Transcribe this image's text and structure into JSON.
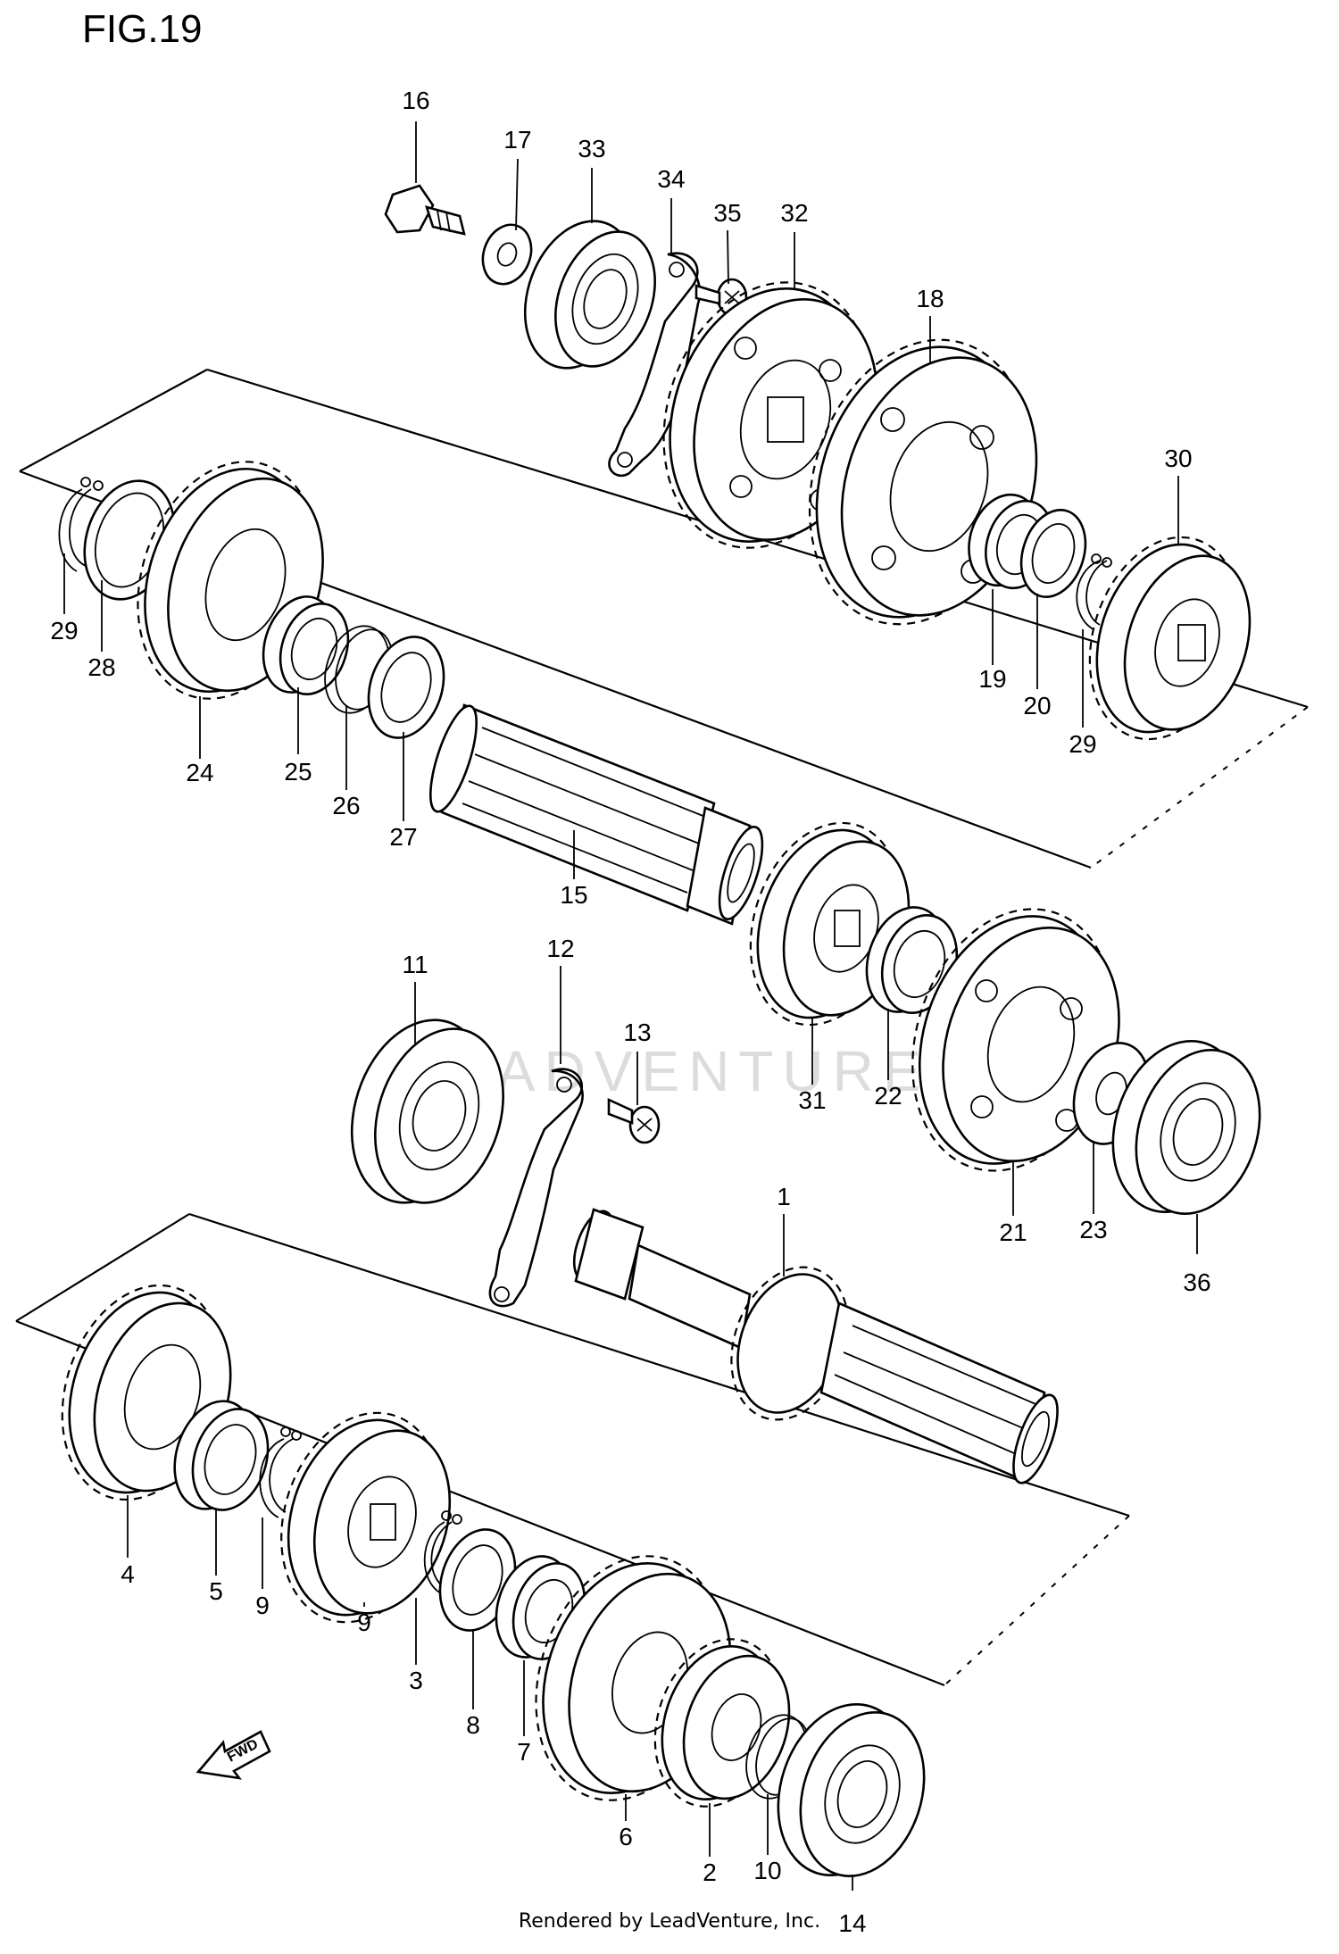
{
  "figure": {
    "title": "FIG.19",
    "footer": "Rendered by LeadVenture, Inc.",
    "watermark": "LEADVENTURE",
    "fwd_label": "FWD"
  },
  "callouts": [
    "1",
    "2",
    "3",
    "4",
    "5",
    "6",
    "7",
    "8",
    "9",
    "10",
    "11",
    "12",
    "13",
    "14",
    "15",
    "16",
    "17",
    "18",
    "19",
    "20",
    "21",
    "22",
    "23",
    "24",
    "25",
    "26",
    "27",
    "28",
    "29",
    "30",
    "31",
    "32",
    "33",
    "34",
    "35",
    "36"
  ],
  "callout_labels": [
    {
      "id": "16",
      "text": "16"
    },
    {
      "id": "17",
      "text": "17"
    },
    {
      "id": "33",
      "text": "33"
    },
    {
      "id": "34",
      "text": "34"
    },
    {
      "id": "35",
      "text": "35"
    },
    {
      "id": "32",
      "text": "32"
    },
    {
      "id": "18",
      "text": "18"
    },
    {
      "id": "30",
      "text": "30"
    },
    {
      "id": "29a",
      "text": "29"
    },
    {
      "id": "28",
      "text": "28"
    },
    {
      "id": "24",
      "text": "24"
    },
    {
      "id": "25",
      "text": "25"
    },
    {
      "id": "26",
      "text": "26"
    },
    {
      "id": "27",
      "text": "27"
    },
    {
      "id": "15",
      "text": "15"
    },
    {
      "id": "19",
      "text": "19"
    },
    {
      "id": "20",
      "text": "20"
    },
    {
      "id": "29b",
      "text": "29"
    },
    {
      "id": "11",
      "text": "11"
    },
    {
      "id": "12",
      "text": "12"
    },
    {
      "id": "13",
      "text": "13"
    },
    {
      "id": "31",
      "text": "31"
    },
    {
      "id": "22",
      "text": "22"
    },
    {
      "id": "21",
      "text": "21"
    },
    {
      "id": "23",
      "text": "23"
    },
    {
      "id": "36",
      "text": "36"
    },
    {
      "id": "1",
      "text": "1"
    },
    {
      "id": "4",
      "text": "4"
    },
    {
      "id": "5",
      "text": "5"
    },
    {
      "id": "9a",
      "text": "9"
    },
    {
      "id": "9b",
      "text": "9"
    },
    {
      "id": "3",
      "text": "3"
    },
    {
      "id": "8",
      "text": "8"
    },
    {
      "id": "7",
      "text": "7"
    },
    {
      "id": "6",
      "text": "6"
    },
    {
      "id": "2",
      "text": "2"
    },
    {
      "id": "10",
      "text": "10"
    },
    {
      "id": "14",
      "text": "14"
    }
  ]
}
